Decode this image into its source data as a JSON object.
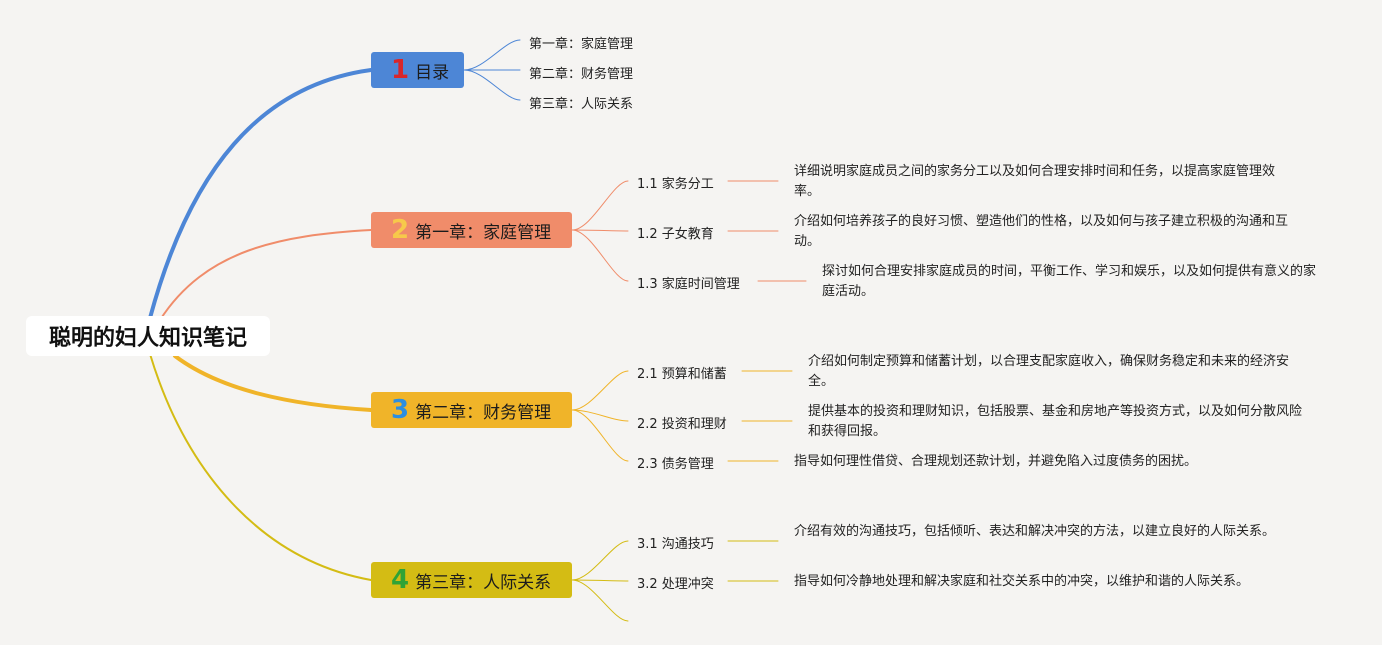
{
  "root": {
    "title": "聪明的妇人知识笔记"
  },
  "colors": {
    "b1": "#4d86d6",
    "b2": "#f08c6a",
    "b3": "#f0b429",
    "b4": "#d4bc14",
    "n1": "#d8262b",
    "n2": "#f7c94a",
    "n3": "#2c8ee0",
    "n4": "#2fa336"
  },
  "branches": [
    {
      "number": "1",
      "title": "目录",
      "items": [
        {
          "label": "第一章：家庭管理"
        },
        {
          "label": "第二章：财务管理"
        },
        {
          "label": "第三章：人际关系"
        }
      ]
    },
    {
      "number": "2",
      "title": "第一章：家庭管理",
      "items": [
        {
          "label": "1.1 家务分工",
          "desc": "详细说明家庭成员之间的家务分工以及如何合理安排时间和任务，以提高家庭管理效率。"
        },
        {
          "label": "1.2 子女教育",
          "desc": "介绍如何培养孩子的良好习惯、塑造他们的性格，以及如何与孩子建立积极的沟通和互动。"
        },
        {
          "label": "1.3 家庭时间管理",
          "desc": "探讨如何合理安排家庭成员的时间，平衡工作、学习和娱乐，以及如何提供有意义的家庭活动。"
        }
      ]
    },
    {
      "number": "3",
      "title": "第二章：财务管理",
      "items": [
        {
          "label": "2.1 预算和储蓄",
          "desc": "介绍如何制定预算和储蓄计划，以合理支配家庭收入，确保财务稳定和未来的经济安全。"
        },
        {
          "label": "2.2 投资和理财",
          "desc": "提供基本的投资和理财知识，包括股票、基金和房地产等投资方式，以及如何分散风险和获得回报。"
        },
        {
          "label": "2.3 债务管理",
          "desc": "指导如何理性借贷、合理规划还款计划，并避免陷入过度债务的困扰。"
        }
      ]
    },
    {
      "number": "4",
      "title": "第三章：人际关系",
      "items": [
        {
          "label": "3.1 沟通技巧",
          "desc": "介绍有效的沟通技巧，包括倾听、表达和解决冲突的方法，以建立良好的人际关系。"
        },
        {
          "label": "3.2 处理冲突",
          "desc": "指导如何冷静地处理和解决家庭和社交关系中的冲突，以维护和谐的人际关系。"
        },
        {
          "label": ""
        }
      ]
    }
  ]
}
